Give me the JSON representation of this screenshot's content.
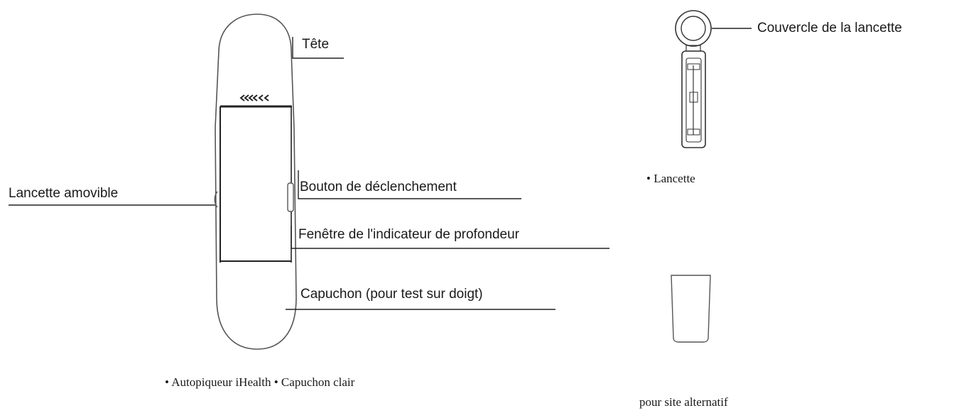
{
  "labels": {
    "head": "Tête",
    "release_button": "Bouton de déclenchement",
    "removable_lancet": "Lancette amovible",
    "depth_window": "Fenêtre de l'indicateur de profondeur",
    "cap_finger": "Capuchon (pour test sur doigt)",
    "lancet_cover": "Couvercle de la lancette"
  },
  "captions": {
    "lancing_device": "• Autopiqueur iHealth • Capuchon clair",
    "lancet": "• Lancette",
    "alt_site": "pour site alternatif"
  },
  "colors": {
    "stroke": "#222222",
    "outline": "#555555"
  }
}
